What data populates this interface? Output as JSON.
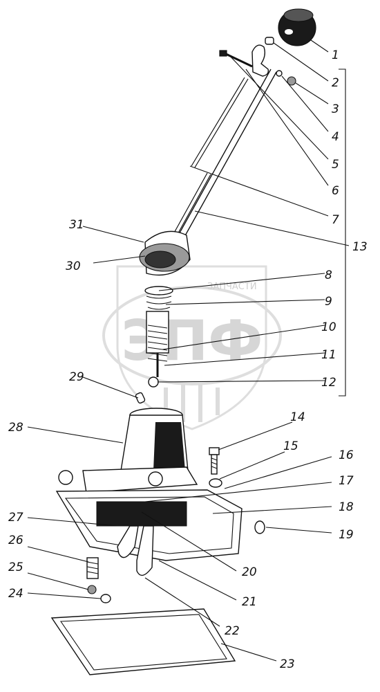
{
  "watermark": {
    "brand": "ЭПФ",
    "caption": "ЗАПЧАСТИ"
  },
  "callouts": [
    {
      "id": "1",
      "text": "1"
    },
    {
      "id": "2",
      "text": "2"
    },
    {
      "id": "3",
      "text": "3"
    },
    {
      "id": "4",
      "text": "4"
    },
    {
      "id": "5",
      "text": "5"
    },
    {
      "id": "6",
      "text": "6"
    },
    {
      "id": "7",
      "text": "7"
    },
    {
      "id": "8",
      "text": "8"
    },
    {
      "id": "9",
      "text": "9"
    },
    {
      "id": "10",
      "text": "10"
    },
    {
      "id": "11",
      "text": "11"
    },
    {
      "id": "12",
      "text": "12"
    },
    {
      "id": "13",
      "text": "13"
    },
    {
      "id": "14",
      "text": "14"
    },
    {
      "id": "15",
      "text": "15"
    },
    {
      "id": "16",
      "text": "16"
    },
    {
      "id": "17",
      "text": "17"
    },
    {
      "id": "18",
      "text": "18"
    },
    {
      "id": "19",
      "text": "19"
    },
    {
      "id": "20",
      "text": "20"
    },
    {
      "id": "21",
      "text": "21"
    },
    {
      "id": "22",
      "text": "22"
    },
    {
      "id": "23",
      "text": "23"
    },
    {
      "id": "24",
      "text": "24"
    },
    {
      "id": "25",
      "text": "25"
    },
    {
      "id": "26",
      "text": "26"
    },
    {
      "id": "27",
      "text": "27"
    },
    {
      "id": "28",
      "text": "28"
    },
    {
      "id": "29",
      "text": "29"
    },
    {
      "id": "30",
      "text": "30"
    },
    {
      "id": "31",
      "text": "31"
    }
  ]
}
